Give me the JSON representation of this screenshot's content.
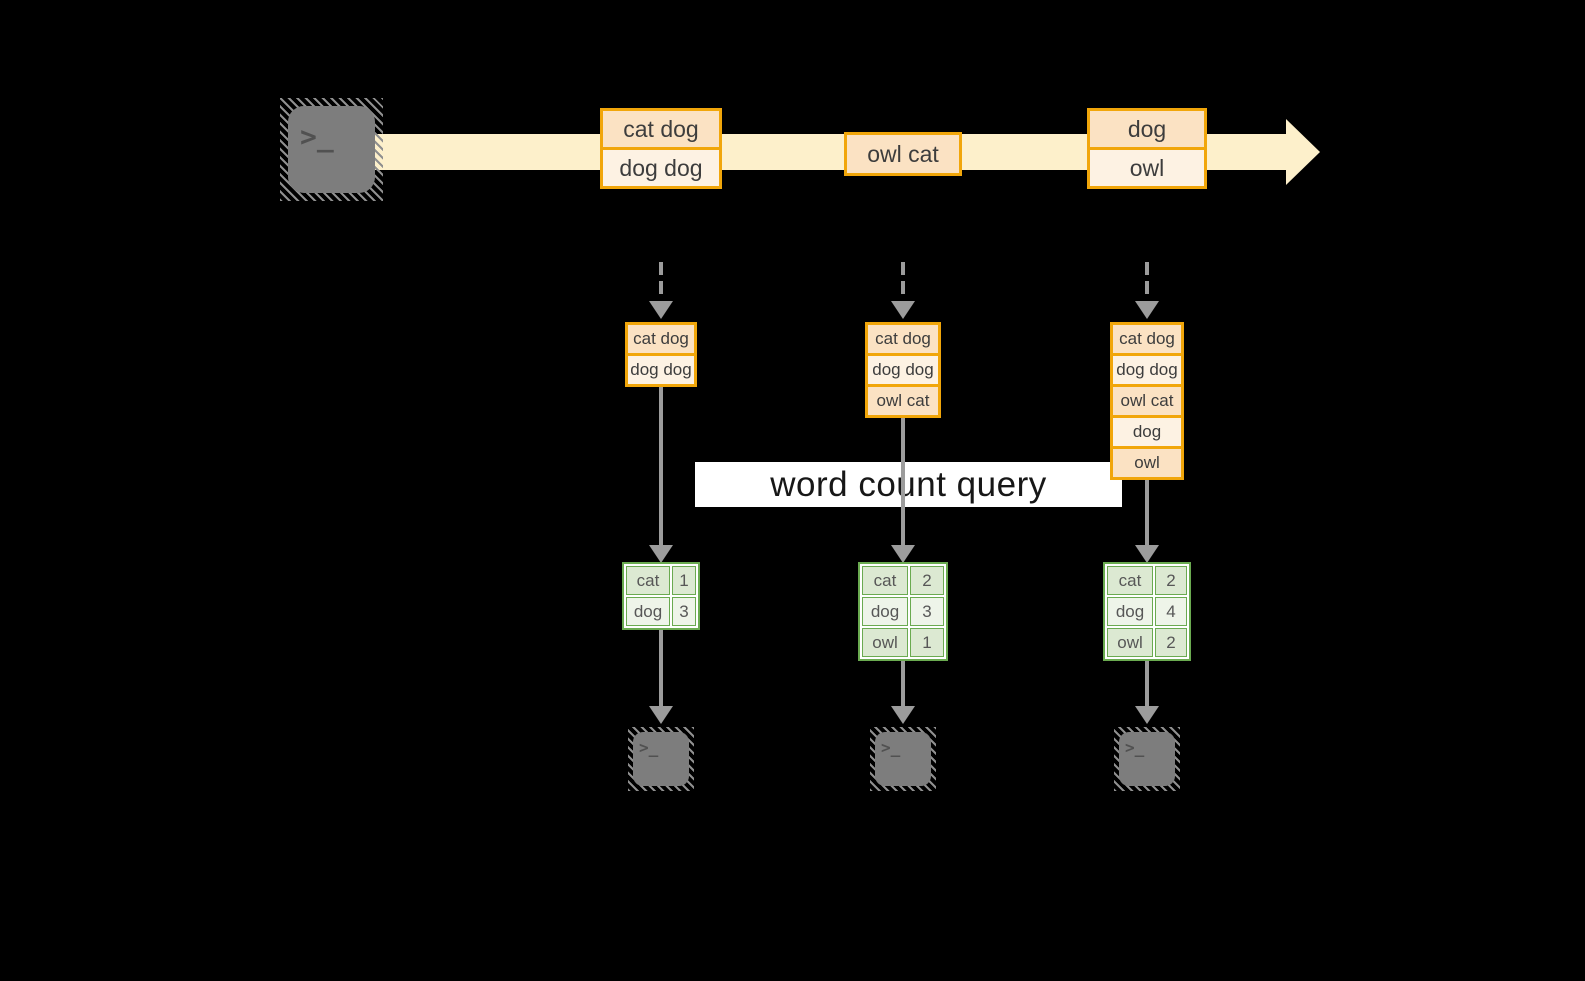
{
  "query_label": "word count query",
  "terminal_prompt": ">_",
  "stream": {
    "events": [
      {
        "lines": [
          "cat dog",
          "dog dog"
        ]
      },
      {
        "lines": [
          "owl cat"
        ]
      },
      {
        "lines": [
          "dog",
          "owl"
        ]
      }
    ]
  },
  "workers": [
    {
      "buffer": [
        "cat dog",
        "dog dog"
      ],
      "counts": [
        {
          "word": "cat",
          "count": "1"
        },
        {
          "word": "dog",
          "count": "3"
        }
      ]
    },
    {
      "buffer": [
        "cat dog",
        "dog dog",
        "owl cat"
      ],
      "counts": [
        {
          "word": "cat",
          "count": "2"
        },
        {
          "word": "dog",
          "count": "3"
        },
        {
          "word": "owl",
          "count": "1"
        }
      ]
    },
    {
      "buffer": [
        "cat dog",
        "dog dog",
        "owl cat",
        "dog",
        "owl"
      ],
      "counts": [
        {
          "word": "cat",
          "count": "2"
        },
        {
          "word": "dog",
          "count": "4"
        },
        {
          "word": "owl",
          "count": "2"
        }
      ]
    }
  ],
  "colors": {
    "background": "#000000",
    "stream_band": "#fdf0cb",
    "event_border": "#f1a60a",
    "event_fill_dark": "#fbe2c3",
    "event_fill_light": "#fdf2e3",
    "table_border": "#6aaa50",
    "table_fill_green": "#dce9d2",
    "table_fill_light": "#eef4e9",
    "arrow_gray": "#9c9c9c",
    "terminal_gray": "#7d7d7d",
    "query_band": "#ffffff"
  }
}
